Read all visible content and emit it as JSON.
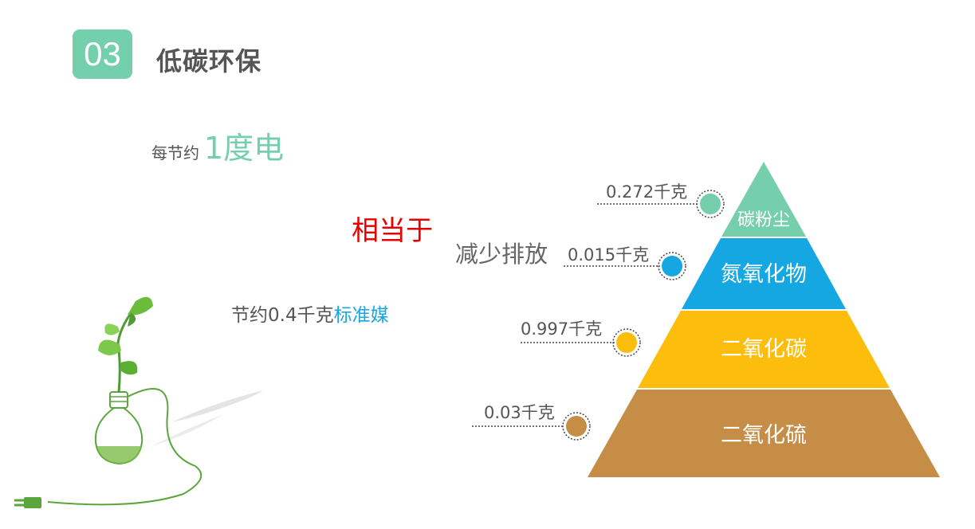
{
  "header": {
    "number": "03",
    "title": "低碳环保"
  },
  "intro": {
    "prefix": "每节约",
    "highlight": "1度电"
  },
  "equivalent": "相当于",
  "reduce_label": "减少排放",
  "coal": {
    "prefix": "节约0.4千克",
    "highlight": "标准媒"
  },
  "pyramid": {
    "layers": [
      {
        "label": "碳粉尘",
        "value": "0.272千克",
        "color": "#76cfac"
      },
      {
        "label": "氮氧化物",
        "value": "0.015千克",
        "color": "#14a7e2"
      },
      {
        "label": "二氧化碳",
        "value": "0.997千克",
        "color": "#fcbd0c"
      },
      {
        "label": "二氧化硫",
        "value": "0.03千克",
        "color": "#c68d47"
      }
    ]
  }
}
